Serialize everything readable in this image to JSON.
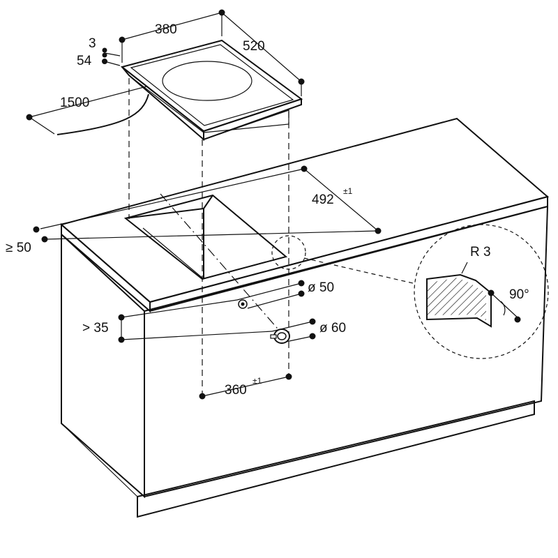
{
  "dimensions": {
    "width_380": "380",
    "depth_520": "520",
    "gap_3": "3",
    "height_54": "54",
    "cable_1500": "1500",
    "cutout_492": "492",
    "cutout_492_tol": "±1",
    "edge_50": "≥ 50",
    "hole_50": "ø 50",
    "hole_60": "ø 60",
    "min_35": "> 35",
    "cutout_360": "360",
    "cutout_360_tol": "±1",
    "radius": "R 3",
    "angle": "90°"
  }
}
